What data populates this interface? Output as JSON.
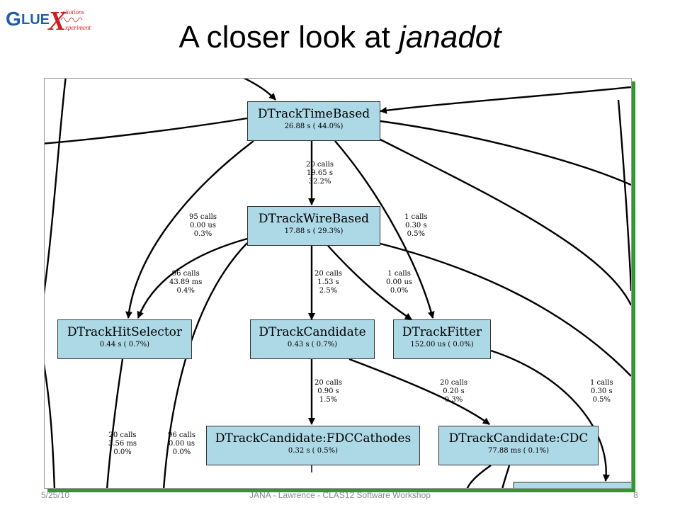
{
  "slide": {
    "title_main": "A closer look at ",
    "title_em": "janadot",
    "logo": {
      "word_g": "G",
      "word_lue": "LUE",
      "word_x": "X",
      "line1": "citations",
      "line2": "xperiment"
    },
    "footer": {
      "date": "5/25/10",
      "center": "JANA - Lawrence - CLAS12 Software Workshop",
      "page": "8"
    }
  },
  "graph": {
    "nodes": [
      {
        "name": "DTrackTimeBased",
        "stat": "26.88 s ( 44.0%)"
      },
      {
        "name": "DTrackWireBased",
        "stat": "17.88 s ( 29.3%)"
      },
      {
        "name": "DTrackHitSelector",
        "stat": "0.44 s (  0.7%)"
      },
      {
        "name": "DTrackCandidate",
        "stat": "0.43 s (  0.7%)"
      },
      {
        "name": "DTrackFitter",
        "stat": "152.00 us (  0.0%)"
      },
      {
        "name": "DTrackCandidate:FDCCathodes",
        "stat": "0.32 s (  0.5%)"
      },
      {
        "name": "DTrackCandidate:CDC",
        "stat": "77.88 ms (  0.1%)"
      }
    ],
    "edge_labels": [
      {
        "calls": "20 calls",
        "time": "19.65 s",
        "pct": "32.2%"
      },
      {
        "calls": "95 calls",
        "time": "0.00 us",
        "pct": "0.3%"
      },
      {
        "calls": "1 calls",
        "time": "0.30 s",
        "pct": "0.5%"
      },
      {
        "calls": "96 calls",
        "time": "43.89 ms",
        "pct": "0.4%"
      },
      {
        "calls": "20 calls",
        "time": "1.53 s",
        "pct": "2.5%"
      },
      {
        "calls": "1 calls",
        "time": "0.00 us",
        "pct": "0.0%"
      },
      {
        "calls": "20 calls",
        "time": "0.90 s",
        "pct": "1.5%"
      },
      {
        "calls": "20 calls",
        "time": "0.20 s",
        "pct": "0.3%"
      },
      {
        "calls": "1 calls",
        "time": "0.30 s",
        "pct": "0.5%"
      },
      {
        "calls": "20 calls",
        "time": "3.56 ms",
        "pct": "0.0%"
      },
      {
        "calls": "96 calls",
        "time": "0.00 us",
        "pct": "0.0%"
      }
    ]
  },
  "colors": {
    "node_fill": "#add8e6",
    "frame_shadow": "#2c9a2c",
    "logo_blue": "#1f5fa8",
    "logo_red": "#cc1f1f"
  }
}
